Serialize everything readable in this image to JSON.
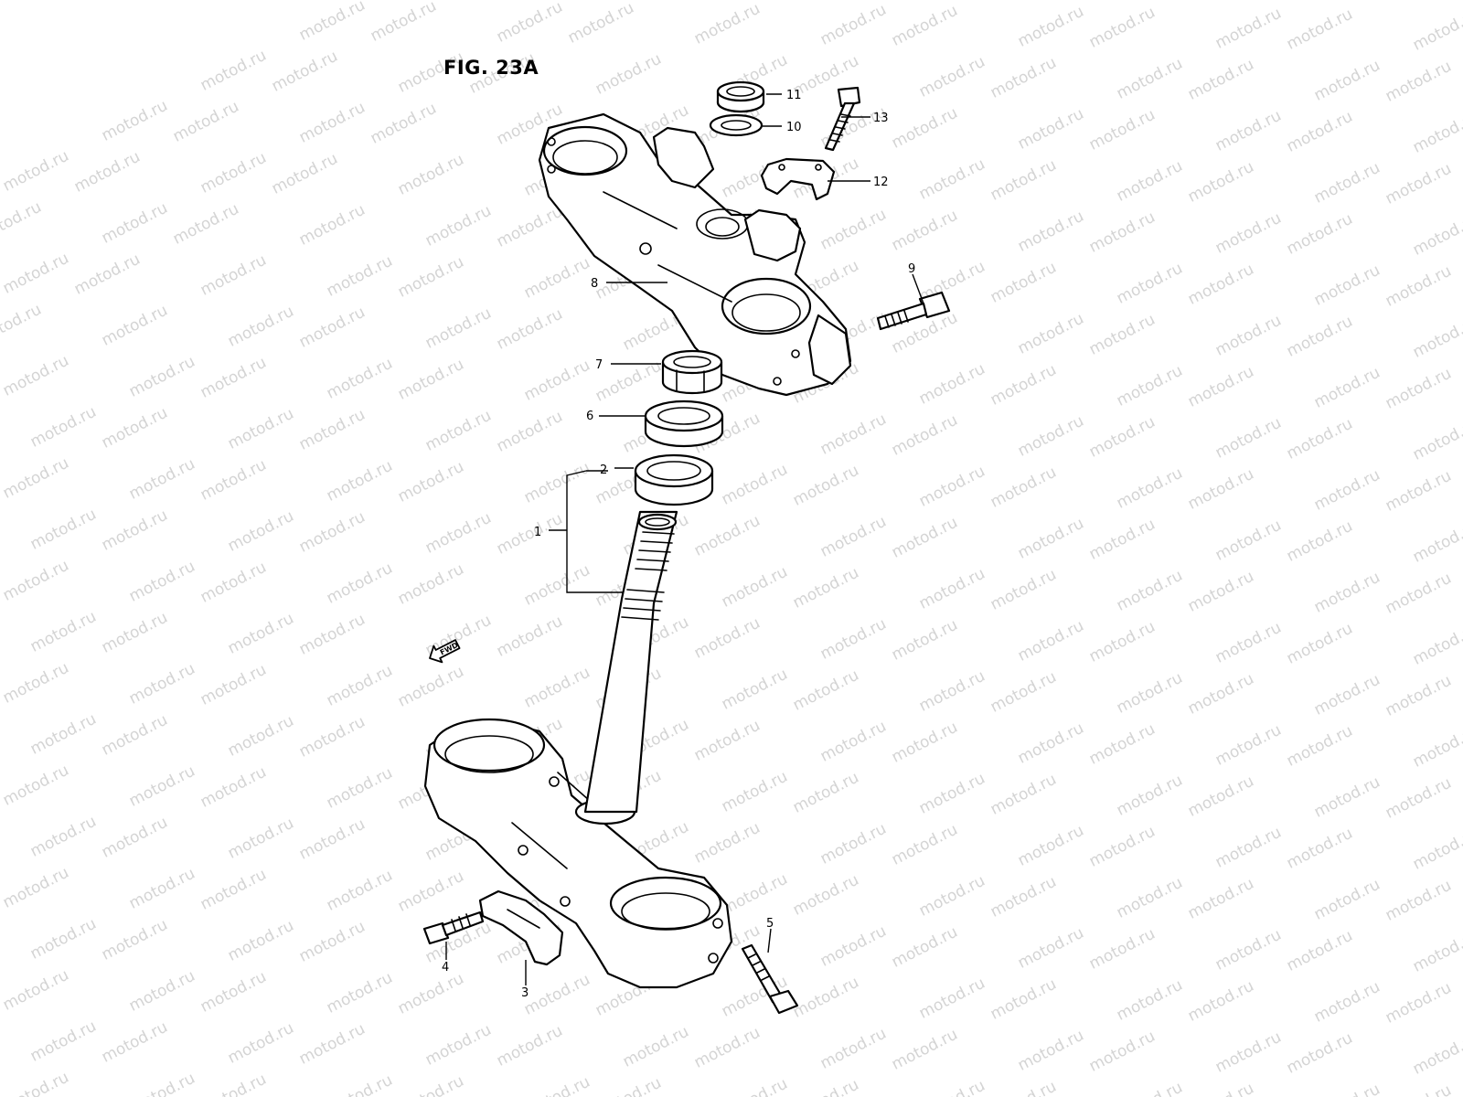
{
  "figure_title": "FIG. 23A",
  "watermark_text": "motod.ru",
  "direction_label": "FWD",
  "callouts": [
    {
      "id": "1",
      "label": "1"
    },
    {
      "id": "2",
      "label": "2"
    },
    {
      "id": "3",
      "label": "3"
    },
    {
      "id": "4",
      "label": "4"
    },
    {
      "id": "5",
      "label": "5"
    },
    {
      "id": "6",
      "label": "6"
    },
    {
      "id": "7",
      "label": "7"
    },
    {
      "id": "8",
      "label": "8"
    },
    {
      "id": "9",
      "label": "9"
    },
    {
      "id": "10",
      "label": "10"
    },
    {
      "id": "11",
      "label": "11"
    },
    {
      "id": "12",
      "label": "12"
    },
    {
      "id": "13",
      "label": "13"
    }
  ]
}
